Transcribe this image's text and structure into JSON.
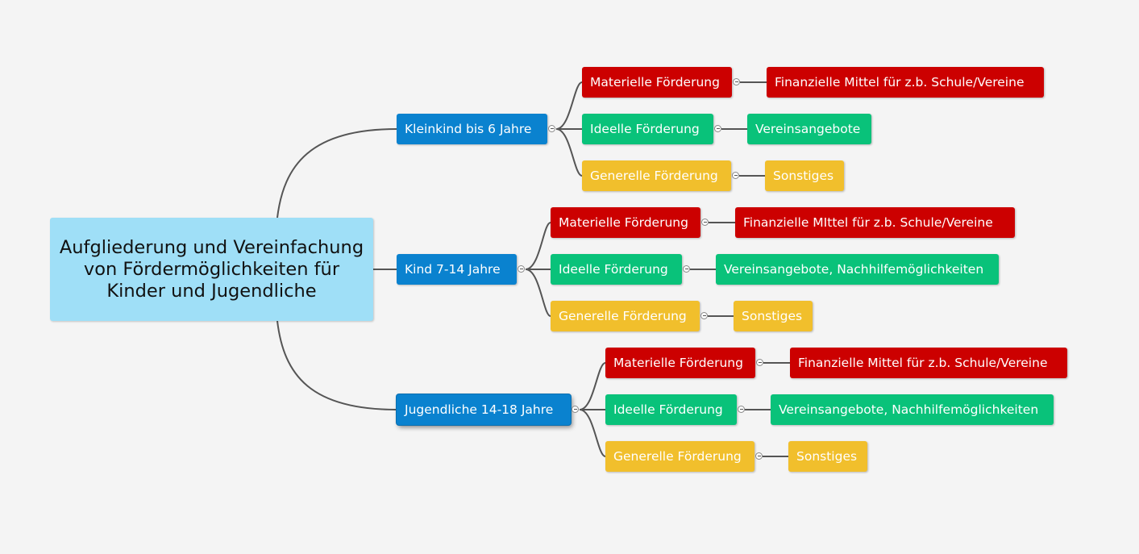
{
  "root": {
    "title": "Aufgliederung und Vereinfachung von Fördermöglichkeiten für Kinder und Jugendliche"
  },
  "colors": {
    "background": "#f4f4f4",
    "root": "#9fdff7",
    "age_group": "#0a82cf",
    "materielle": "#cc0000",
    "ideelle": "#09c27a",
    "generelle": "#f1bf2c",
    "connector": "#555555"
  },
  "icons": {
    "collapse_toggle": "minus-circle-icon"
  },
  "groups": [
    {
      "label": "Kleinkind bis 6 Jahre",
      "selected": false,
      "branches": [
        {
          "label": "Materielle Förderung",
          "detail": "Finanzielle Mittel für z.b. Schule/Vereine"
        },
        {
          "label": "Ideelle Förderung",
          "detail": "Vereinsangebote"
        },
        {
          "label": "Generelle Förderung",
          "detail": "Sonstiges"
        }
      ]
    },
    {
      "label": "Kind 7-14 Jahre",
      "selected": false,
      "branches": [
        {
          "label": "Materielle Förderung",
          "detail": "Finanzielle MIttel für z.b. Schule/Vereine"
        },
        {
          "label": "Ideelle Förderung",
          "detail": "Vereinsangebote, Nachhilfemöglichkeiten"
        },
        {
          "label": "Generelle Förderung",
          "detail": "Sonstiges"
        }
      ]
    },
    {
      "label": "Jugendliche 14-18 Jahre",
      "selected": true,
      "branches": [
        {
          "label": "Materielle Förderung",
          "detail": "Finanzielle Mittel für z.b. Schule/Vereine"
        },
        {
          "label": "Ideelle Förderung",
          "detail": "Vereinsangebote, Nachhilfemöglichkeiten"
        },
        {
          "label": "Generelle Förderung",
          "detail": "Sonstiges"
        }
      ]
    }
  ]
}
